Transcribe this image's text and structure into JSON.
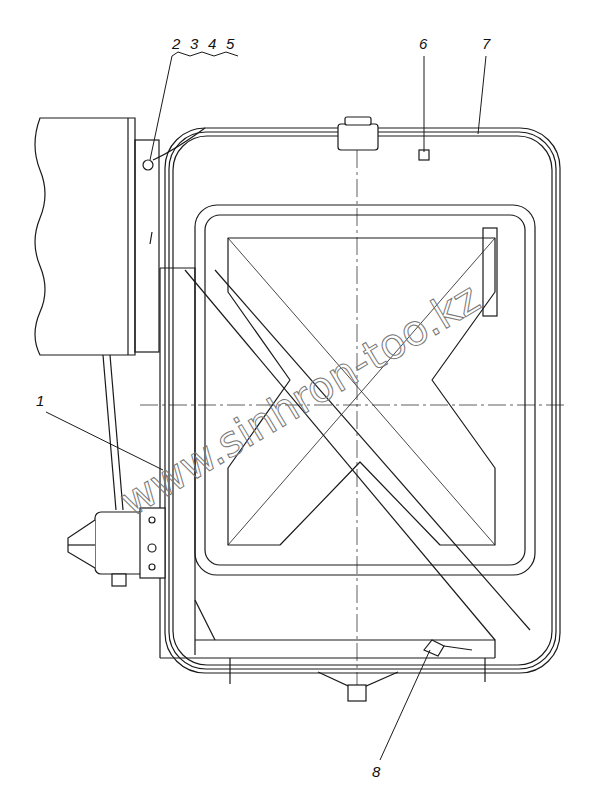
{
  "diagram": {
    "labels": [
      "2",
      "3",
      "4",
      "5",
      "6",
      "7",
      "1",
      "8",
      "www.sinhron-too.kz"
    ]
  }
}
